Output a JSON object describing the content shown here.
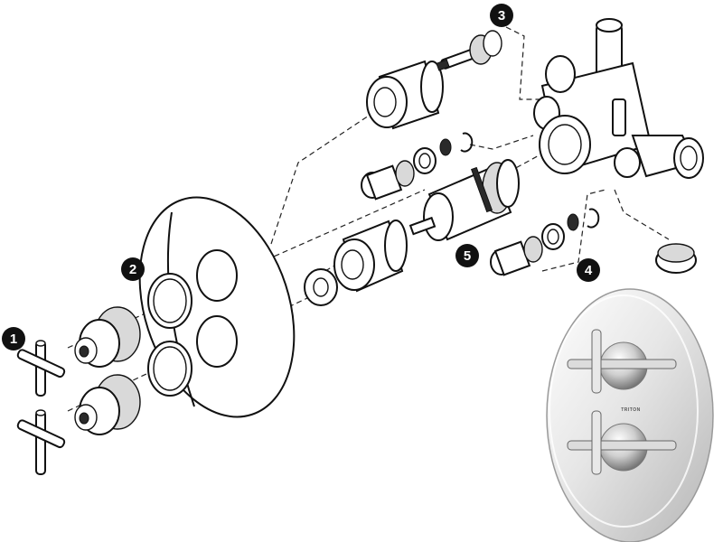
{
  "callouts": [
    {
      "id": "1",
      "label": "1"
    },
    {
      "id": "2",
      "label": "2"
    },
    {
      "id": "3",
      "label": "3"
    },
    {
      "id": "4",
      "label": "4"
    },
    {
      "id": "5",
      "label": "5"
    }
  ],
  "product_photo": {
    "brand_text": "TRITON"
  },
  "colors": {
    "line": "#111111",
    "chrome_light": "#f4f4f4",
    "chrome_mid": "#bdbdbd",
    "chrome_dark": "#6e6e6e"
  }
}
